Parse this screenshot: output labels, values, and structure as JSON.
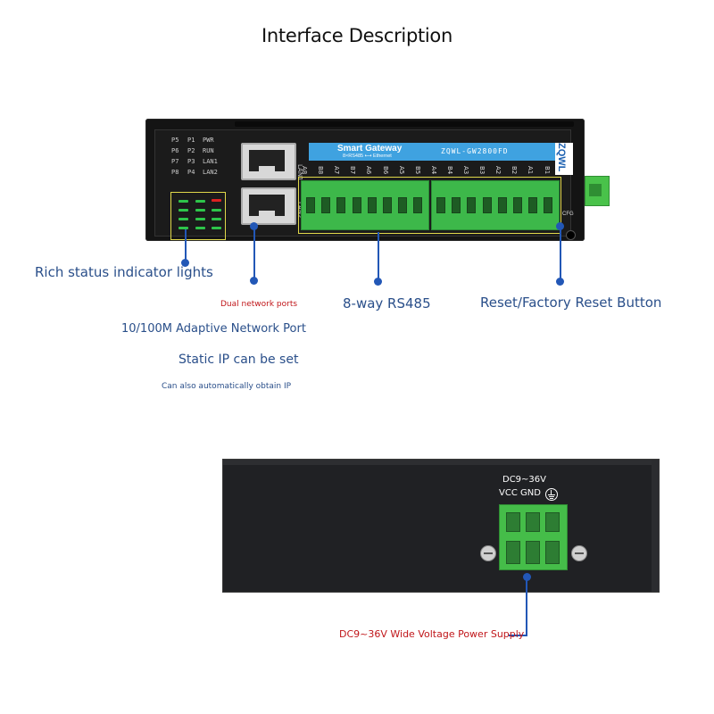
{
  "title": "Interface Description",
  "labels": {
    "status_lights": "Rich status indicator lights",
    "dual_ports": "Dual network ports",
    "adaptive": "10/100M Adaptive Network Port",
    "static_ip": "Static IP can be set",
    "auto_ip": "Can also automatically obtain IP",
    "rs485": "8-way RS485",
    "reset": "Reset/Factory Reset Button",
    "power_supply": "DC9~36V Wide Voltage Power Supply"
  },
  "device": {
    "led_labels": [
      [
        "P5",
        "P1",
        "PWR"
      ],
      [
        "P6",
        "P2",
        "RUN"
      ],
      [
        "P7",
        "P3",
        "LAN1"
      ],
      [
        "P8",
        "P4",
        "LAN2"
      ]
    ],
    "lan1": "LAN1",
    "lan2": "LAN2",
    "sticker_title": "Smart Gateway",
    "sticker_sub": "8×RS485 ⟷ Ethernet",
    "model": "ZQWL-GW2800FD",
    "logo": "ZQWL",
    "cfg": "CFG",
    "pins": [
      "A8",
      "B8",
      "A7",
      "B7",
      "A6",
      "B6",
      "A5",
      "B5",
      "A4",
      "B4",
      "A3",
      "B3",
      "A2",
      "B2",
      "A1",
      "B1"
    ]
  },
  "power": {
    "voltage": "DC9~36V",
    "vcc_gnd": "VCC GND"
  },
  "colors": {
    "blue_label": "#2a4f8a",
    "red_label": "#c0161a",
    "pointer": "#2257b6",
    "terminal_green": "#3db84a",
    "highlight_yellow": "#e0d84a",
    "sticker_blue": "#3fa2e0"
  }
}
